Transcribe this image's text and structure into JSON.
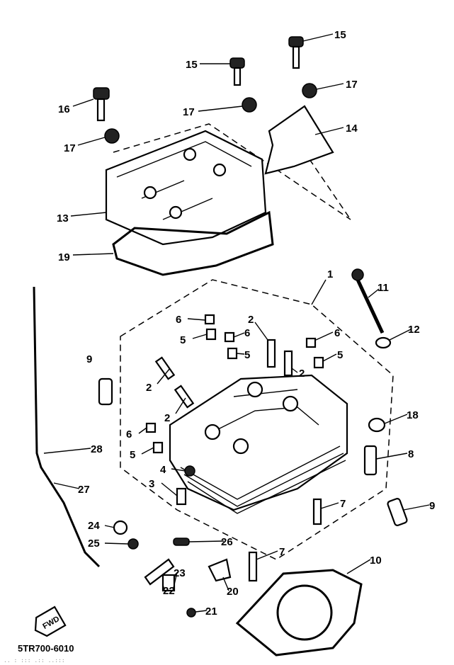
{
  "diagram": {
    "part_code": "5TR700-6010",
    "front_marker": "FWD",
    "labels": [
      "15",
      "15",
      "16",
      "17",
      "17",
      "17",
      "14",
      "13",
      "19",
      "1",
      "11",
      "6",
      "2",
      "6",
      "6",
      "5",
      "5",
      "5",
      "9",
      "2",
      "2",
      "2",
      "12",
      "18",
      "8",
      "28",
      "6",
      "5",
      "4",
      "3",
      "27",
      "7",
      "9",
      "24",
      "25",
      "26",
      "7",
      "10",
      "23",
      "22",
      "20",
      "21"
    ]
  }
}
